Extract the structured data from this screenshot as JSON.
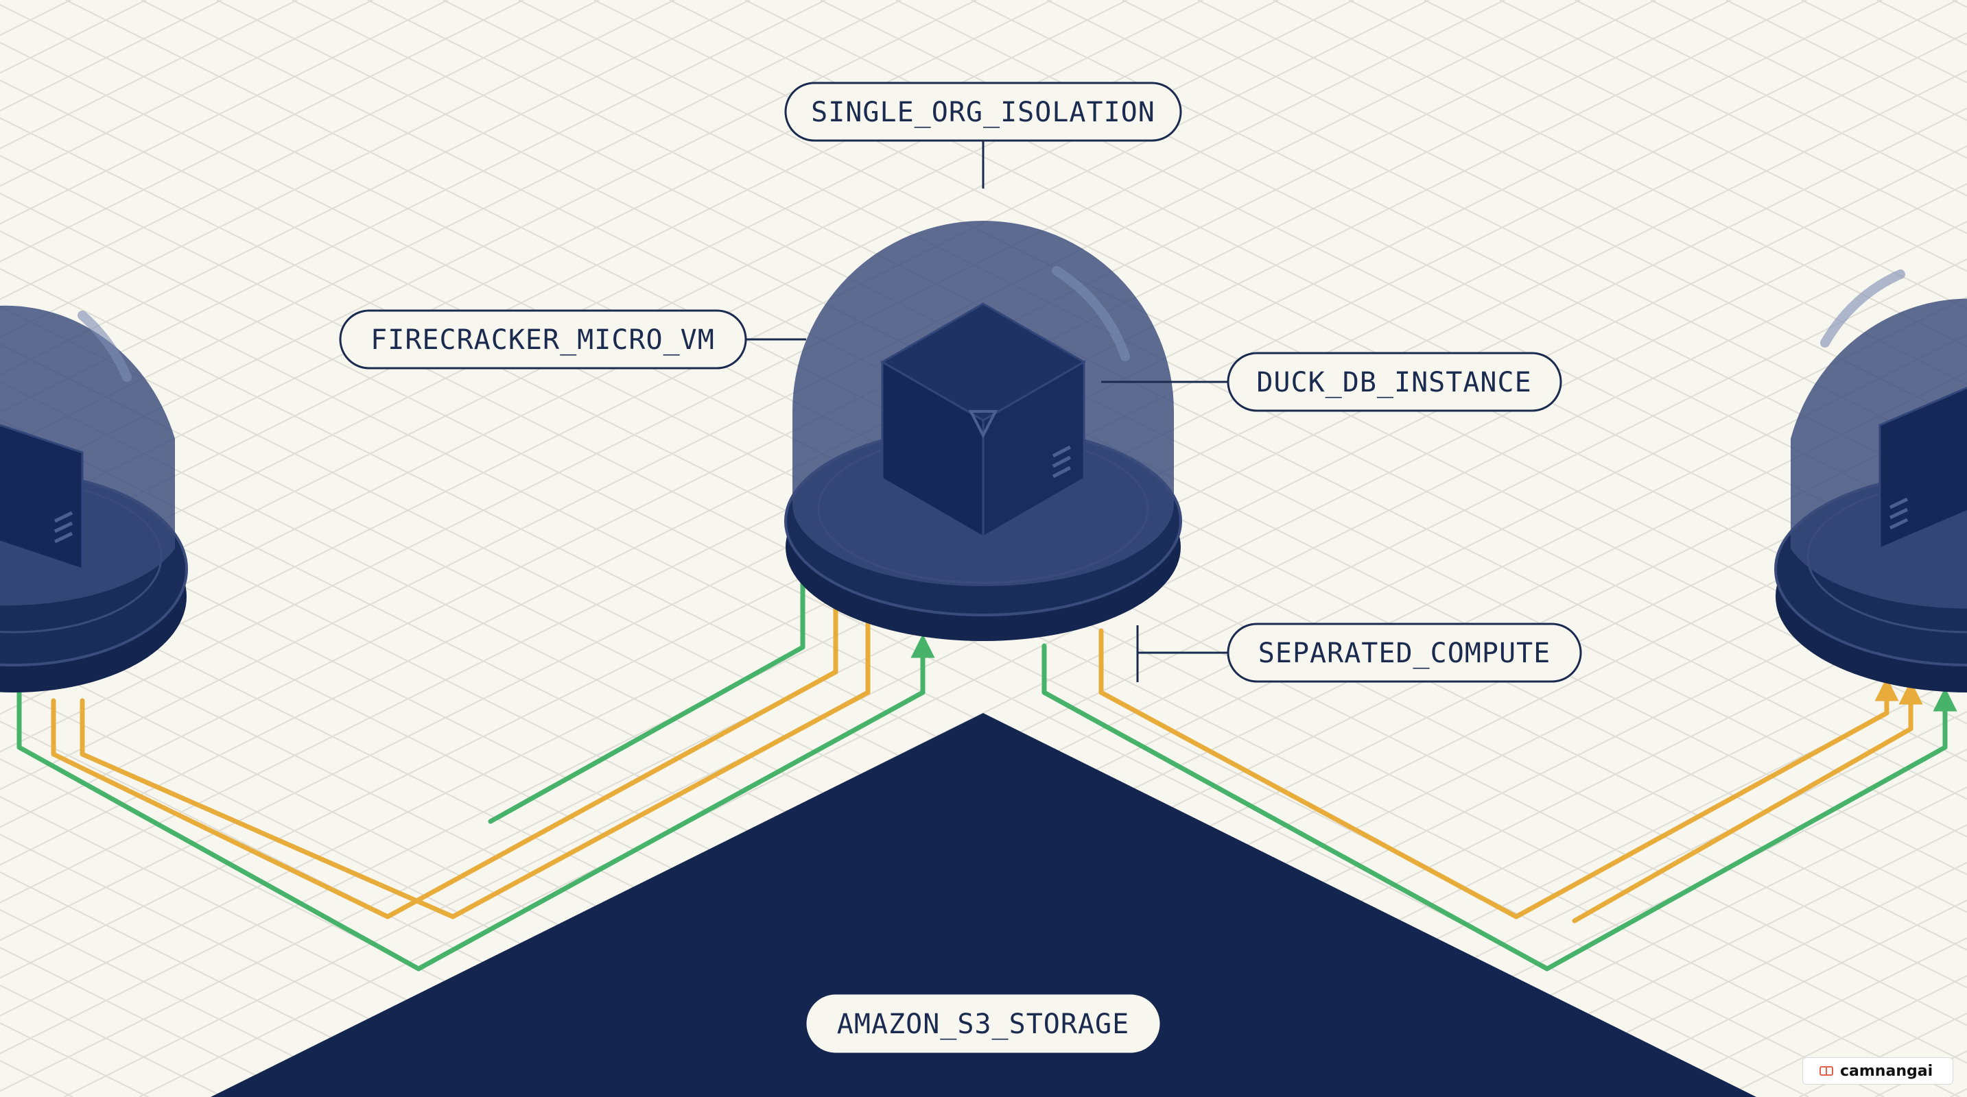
{
  "labels": {
    "isolation": "SINGLE_ORG_ISOLATION",
    "vm": "FIRECRACKER_MICRO_VM",
    "duckdb": "DUCK_DB_INSTANCE",
    "compute": "SEPARATED_COMPUTE",
    "storage": "AMAZON_S3_STORAGE"
  },
  "badge": {
    "text": "camnangai",
    "icon": "box-icon"
  },
  "colors": {
    "background": "#f7f6ef",
    "grid": "#dfded6",
    "navy": "#14254f",
    "dome": "#3a4c7c",
    "green": "#46b26a",
    "orange": "#e7ac3a",
    "label_border": "#1b2a4f"
  }
}
